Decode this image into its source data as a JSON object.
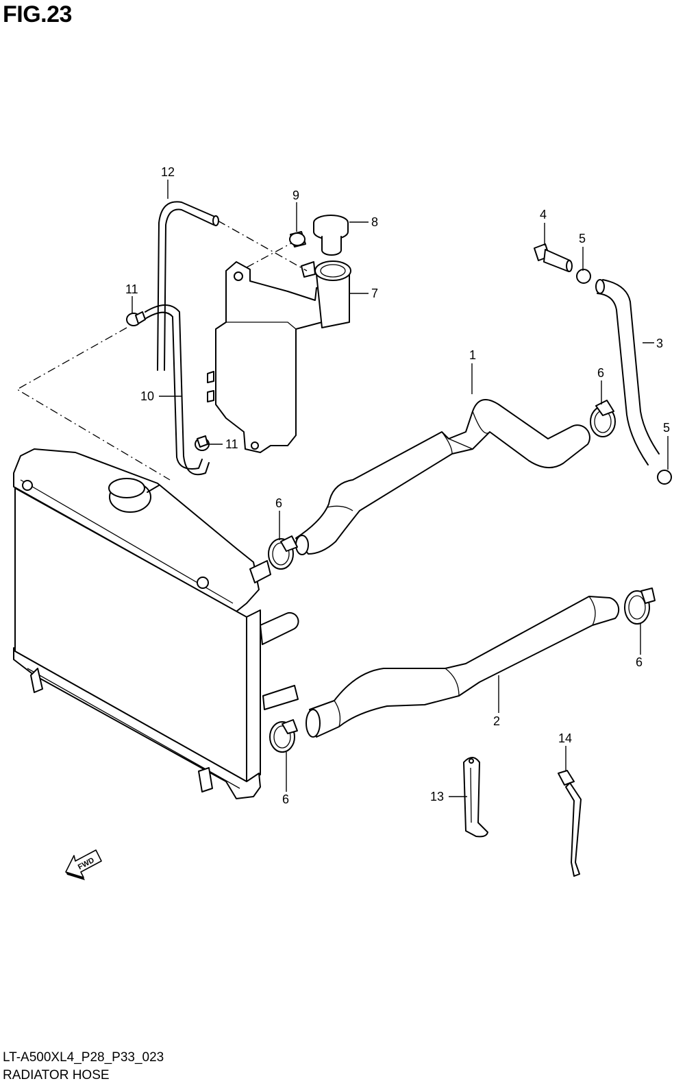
{
  "figure": {
    "title": "FIG.23",
    "model_code": "LT-A500XL4_P28_P33_023",
    "section_name": "RADIATOR HOSE",
    "direction_label": "FWD"
  },
  "callouts": [
    {
      "id": "c1",
      "number": "1"
    },
    {
      "id": "c2",
      "number": "2"
    },
    {
      "id": "c3",
      "number": "3"
    },
    {
      "id": "c4",
      "number": "4"
    },
    {
      "id": "c5a",
      "number": "5"
    },
    {
      "id": "c5b",
      "number": "5"
    },
    {
      "id": "c6a",
      "number": "6"
    },
    {
      "id": "c6b",
      "number": "6"
    },
    {
      "id": "c6c",
      "number": "6"
    },
    {
      "id": "c6d",
      "number": "6"
    },
    {
      "id": "c7",
      "number": "7"
    },
    {
      "id": "c8",
      "number": "8"
    },
    {
      "id": "c9",
      "number": "9"
    },
    {
      "id": "c10",
      "number": "10"
    },
    {
      "id": "c11a",
      "number": "11"
    },
    {
      "id": "c11b",
      "number": "11"
    },
    {
      "id": "c12",
      "number": "12"
    },
    {
      "id": "c13",
      "number": "13"
    },
    {
      "id": "c14",
      "number": "14"
    }
  ]
}
